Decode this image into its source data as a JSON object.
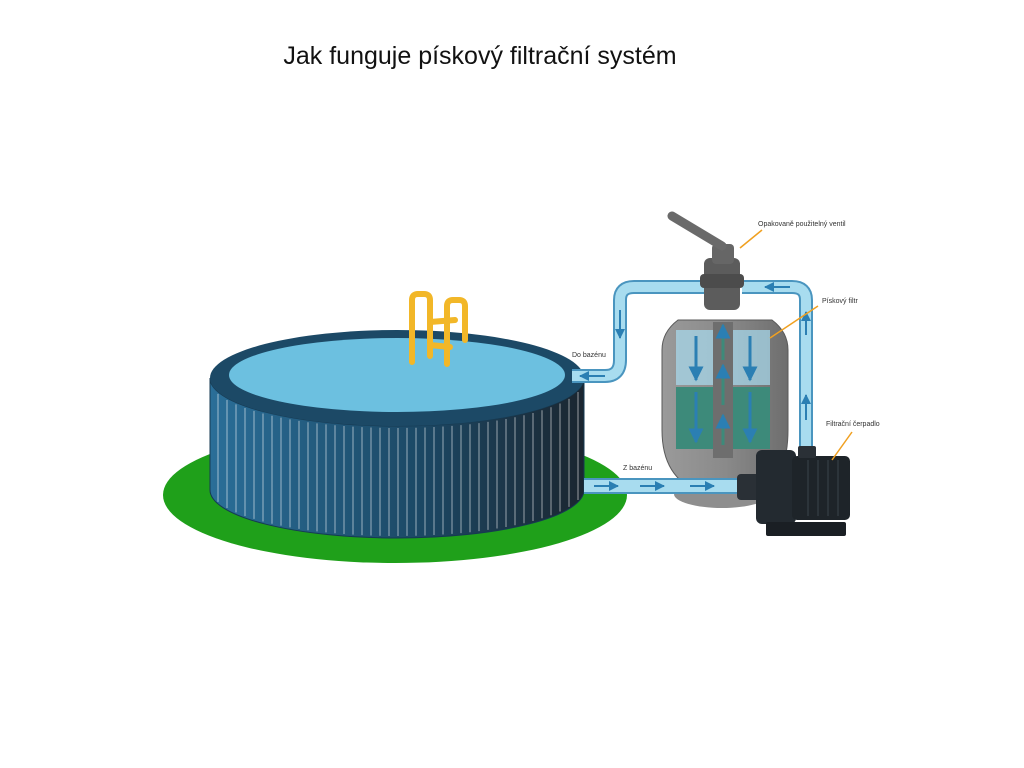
{
  "title": "Jak funguje pískový filtrační systém",
  "labels": {
    "valve": "Opakovaně použitelný ventil",
    "sand_filter": "Pískový filtr",
    "pump": "Filtrační čerpadlo",
    "to_pool": "Do bazénu",
    "from_pool": "Z bazénu"
  },
  "colors": {
    "grass": "#1fa01a",
    "pool_wall": "#1e4f73",
    "pool_water": "#6cc0e0",
    "ladder": "#f2b728",
    "pipe": "#a8dcef",
    "arrow": "#2b7fb3",
    "filter_body": "#8c8c8c",
    "sand": "#3d8a7a",
    "pump": "#232a30",
    "leader_line": "#f0a020"
  }
}
